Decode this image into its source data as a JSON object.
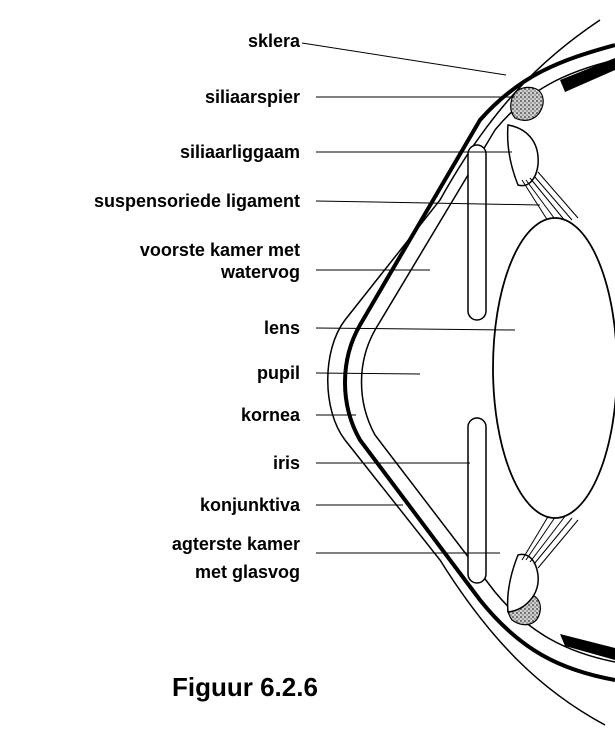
{
  "diagram": {
    "labels": {
      "sklera": "sklera",
      "siliaarspier": "siliaarspier",
      "siliaarliggaam": "siliaarliggaam",
      "suspensoriede_ligament": "suspensoriede ligament",
      "voorste_kamer_line1": "voorste kamer met",
      "voorste_kamer_line2": "watervog",
      "lens": "lens",
      "pupil": "pupil",
      "kornea": "kornea",
      "iris": "iris",
      "konjunktiva": "konjunktiva",
      "agterste_kamer_line1": "agterste kamer",
      "agterste_kamer_line2": "met glasvog"
    },
    "caption": "Figuur 6.2.6",
    "colors": {
      "ink": "#000000",
      "muscle": "#777777",
      "background": "#ffffff"
    }
  }
}
